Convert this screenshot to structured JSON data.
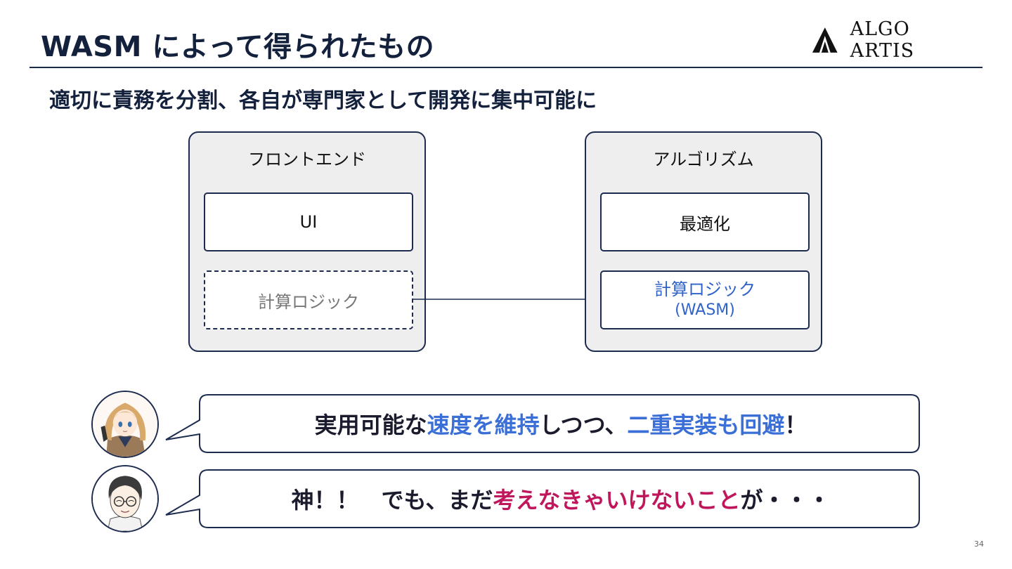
{
  "slide": {
    "title": "WASM によって得られたもの",
    "subtitle": "適切に責務を分割、各自が専門家として開発に集中可能に",
    "page_number": "34"
  },
  "logo": {
    "text": "ALGO ARTIS",
    "icon": "mountain-triangle-icon"
  },
  "diagram": {
    "frontend": {
      "title": "フロントエンド",
      "ui": "UI",
      "logic": "計算ロジック"
    },
    "algorithm": {
      "title": "アルゴリズム",
      "optimization": "最適化",
      "logic": "計算ロジック",
      "logic_sub": "(WASM)"
    }
  },
  "speech": {
    "first": {
      "part1": "実用可能な",
      "part2": "速度を維持",
      "part3": "しつつ、",
      "part4": "二重実装も回避",
      "part5": "！"
    },
    "second": {
      "part1": "神！！　でも、まだ",
      "part2": "考えなきゃいけないこと",
      "part3": "が・・・"
    }
  },
  "colors": {
    "highlight_blue": "#3b6fd8",
    "highlight_magenta": "#c0175c",
    "navy": "#14213d"
  }
}
